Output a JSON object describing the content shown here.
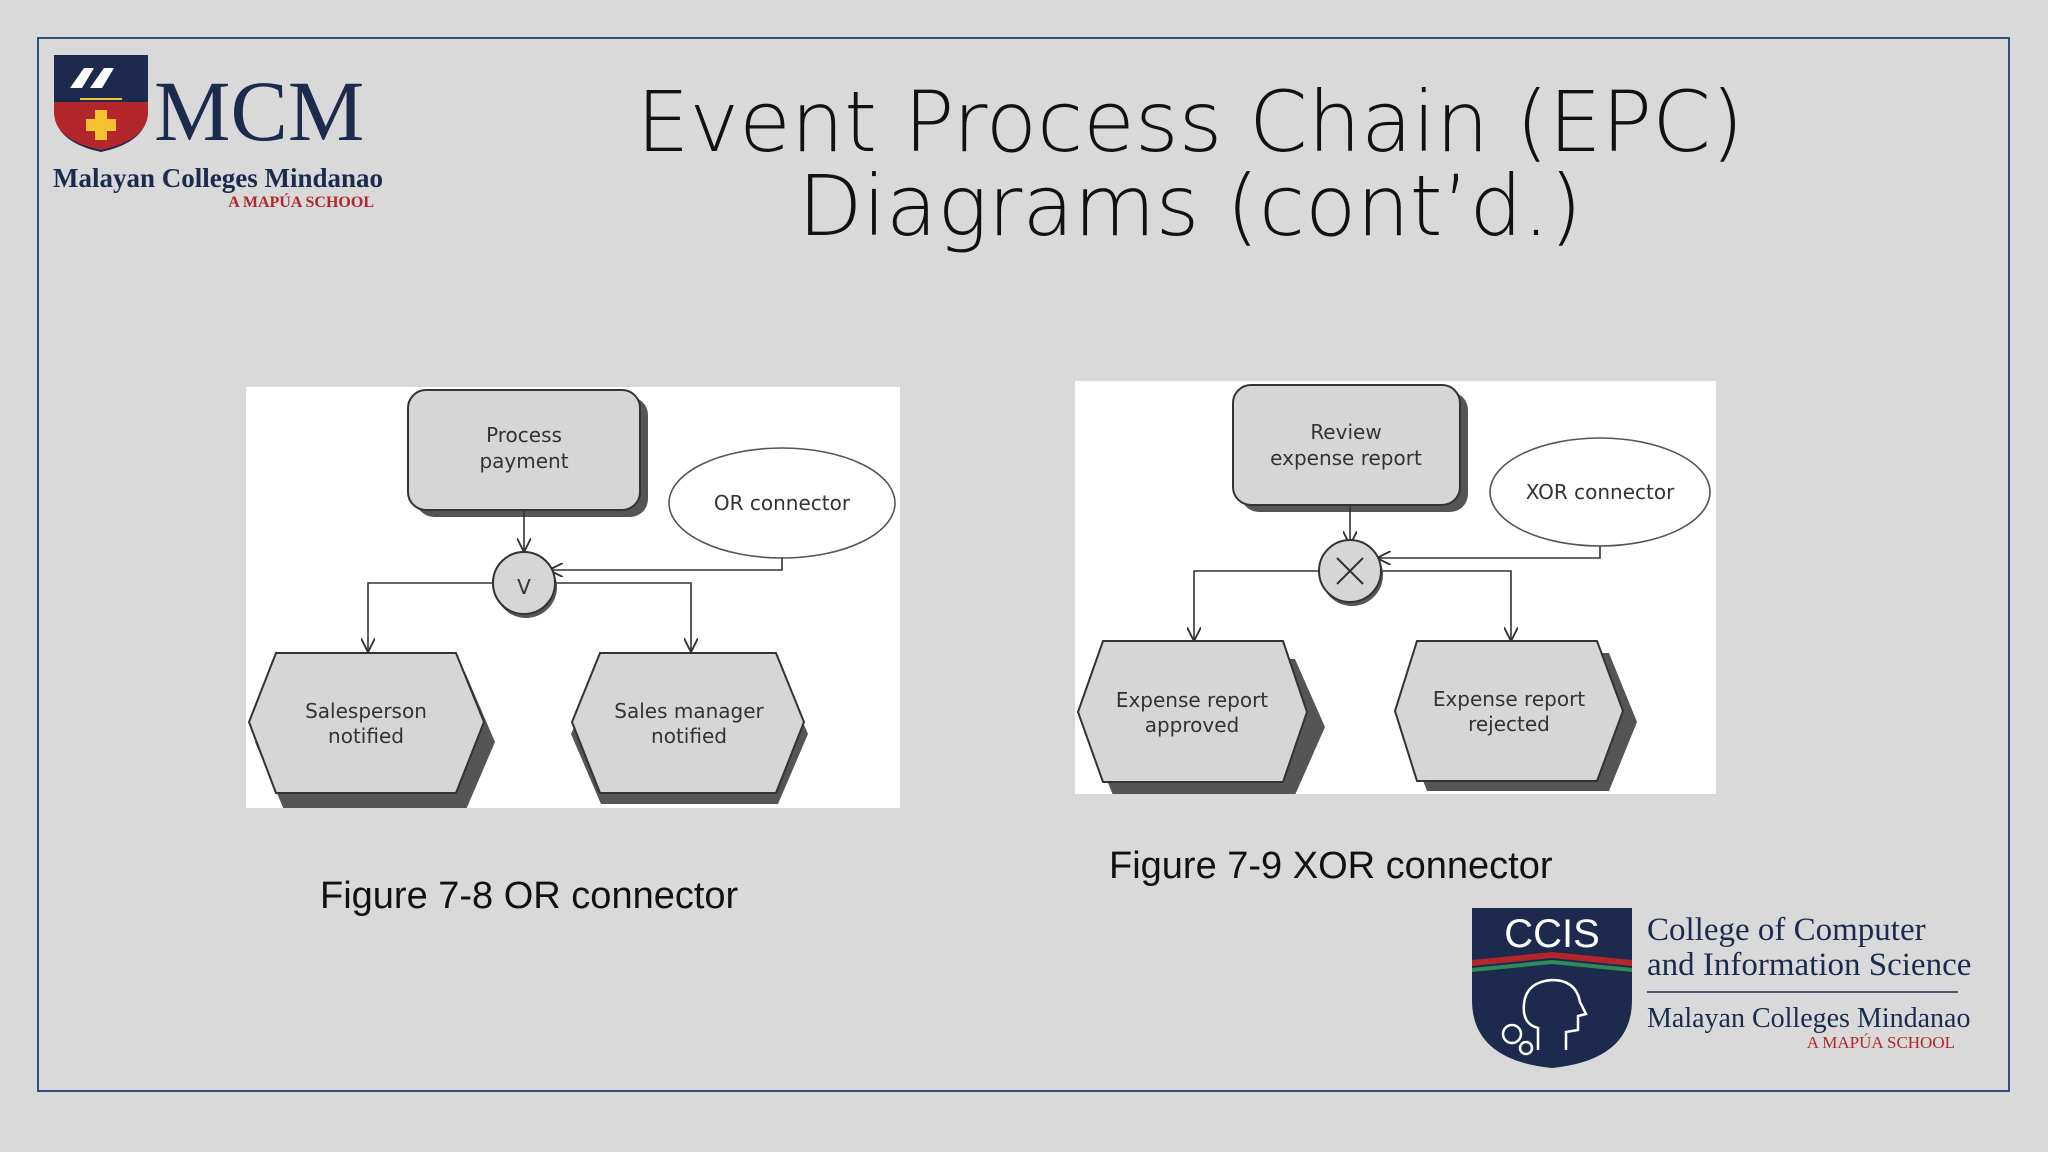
{
  "slide": {
    "title_line1": "Event Process Chain (EPC)",
    "title_line2": "Diagrams (cont’d.)"
  },
  "logos": {
    "mcm": {
      "acronym": "MCM",
      "name": "Malayan Colleges Mindanao",
      "tagline": "A MAPÚA SCHOOL"
    },
    "ccis": {
      "acronym": "CCIS",
      "line1": "College of Computer",
      "line2": "and Information Science",
      "line3": "Malayan Colleges Mindanao",
      "tagline": "A MAPÚA SCHOOL"
    }
  },
  "figure_or": {
    "caption": "Figure 7-8  OR connector",
    "function_line1": "Process",
    "function_line2": "payment",
    "connector_symbol": "V",
    "note": "OR connector",
    "event_left_line1": "Salesperson",
    "event_left_line2": "notified",
    "event_right_line1": "Sales manager",
    "event_right_line2": "notified"
  },
  "figure_xor": {
    "caption": "Figure 7-9  XOR connector",
    "function_line1": "Review",
    "function_line2": "expense report",
    "note": "XOR connector",
    "event_left_line1": "Expense report",
    "event_left_line2": "approved",
    "event_right_line1": "Expense report",
    "event_right_line2": "rejected"
  },
  "colors": {
    "background": "#d9d9d9",
    "frame": "#2f4f7f",
    "shape_fill": "#d6d6d6",
    "brand_navy": "#1c2b4d",
    "brand_red": "#b3262b"
  }
}
